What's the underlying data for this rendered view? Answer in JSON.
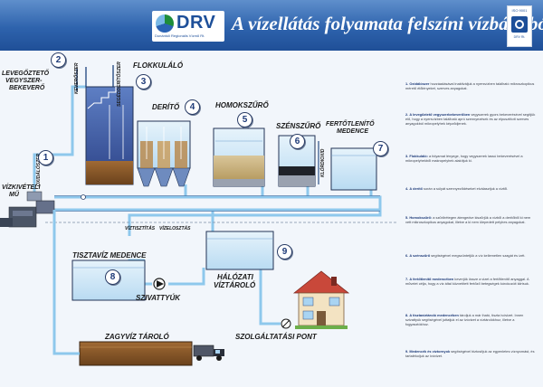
{
  "header": {
    "logo": {
      "text": "DRV",
      "subtitle": "Dunántúli Regionális Vízmű Rt."
    },
    "title": "A vízellátás folyamata felszíni vízbázisból",
    "cert": {
      "top": "ISO 9001",
      "bottom": "DRV Rt."
    }
  },
  "colors": {
    "header": "#2e63ad",
    "water_light": "#cfe6f7",
    "water_dark": "#3f5fa8",
    "pipe": "#8ec8ec",
    "sludge": "#8a5a2b",
    "badge_text": "#1d3a78"
  },
  "labels": {
    "vizkiveteli": [
      "VÍZKIVÉTELI",
      "MŰ"
    ],
    "oxidalo_vertical": "OXIDÁLÓSZER",
    "levegozteto": [
      "LEVEGŐZTETŐ",
      "VEGYSZER-",
      "BEKEVERŐ"
    ],
    "kevero_vertical": "KEVERŐSZER",
    "segedderito_vertical": "SEGÉDDERÍTŐSZER",
    "flokkulalo": "FLOKKULÁLÓ",
    "derito": "DERÍTŐ",
    "homokszuro": "HOMOKSZŰRŐ",
    "szenszuro": "SZÉNSZŰRŐ",
    "klordioxid_vertical": "KLÓRDIOXID",
    "fertotlenito": [
      "FERTŐTLENÍTŐ",
      "MEDENCE"
    ],
    "viztisztitas": "VÍZTISZTÍTÁS",
    "vizelosztas": "VÍZELOSZTÁS",
    "tisztaviz": "TISZTAVÍZ MEDENCE",
    "halozati": [
      "HÁLÓZATI",
      "VÍZTÁROLÓ"
    ],
    "szivattyuk": "SZIVATTYÚK",
    "zagyviz": "ZAGYVÍZ TÁROLÓ",
    "szolgaltatasi": "SZOLGÁLTATÁSI PONT"
  },
  "badges": [
    "1",
    "2",
    "3",
    "4",
    "5",
    "6",
    "7",
    "8",
    "9"
  ],
  "legend": [
    {
      "num": "1.",
      "term": "Oxidálószer",
      "text": "hozzáadásával inaktiváljuk a nyersvízben található mikroszkopikus méretű élőlényeket, szerves anyagokat."
    },
    {
      "num": "2.",
      "term": "A levegőztető vegyszerbekeverőben",
      "text": "vegyszerek gyors bekeverésével segítjük elő, hogy a nyersvízben található apró szennyezések és az elpusztított szerves anyagokból mikropelyhek képződjenek."
    },
    {
      "num": "3.",
      "term": "Flokkuláló:",
      "text": "a folyamat lényege, hogy vegyszerek lassú bekeverésével a mikropelyhekből makropelyhek alakítjuk ki."
    },
    {
      "num": "4.",
      "term": "A derítő",
      "text": "során a súlyát szennyeződéseket elválasztjuk a víztől."
    },
    {
      "num": "5.",
      "term": "Homokszűrő:",
      "text": "a szűrőrétegen átengedve kiszűrjük a vízből a derítőből ki nem vett mikroszkopikus anyagokat, illetve a ki nem ülepedett pelyhes anyagokat."
    },
    {
      "num": "6.",
      "term": "A szénszűrő",
      "text": "segítségével megszüntetjük a víz kellemetlen szagát és ízét."
    },
    {
      "num": "7.",
      "term": "A fertőtlenítő medencében",
      "text": "keverjük össze a vizet a fertőtlenítő anyaggal. A művelet célja, hogy a víz által közvetített fertőző betegségek kórokozóit kiirtsuk."
    },
    {
      "num": "8.",
      "term": "A tisztavíztároló medencében",
      "text": "tároljuk a már iható, tiszta ivóvizet. Innen szivattyúk segítségével juttatjuk el az ivóvizet a víztárolókhoz, illetve a fogyasztókhoz."
    },
    {
      "num": "9.",
      "term": "Medencék és víztornyok",
      "text": "segítségével biztosítjuk az egyenletes víznyomást, és tartalékoljuk az ivóvizet."
    }
  ]
}
